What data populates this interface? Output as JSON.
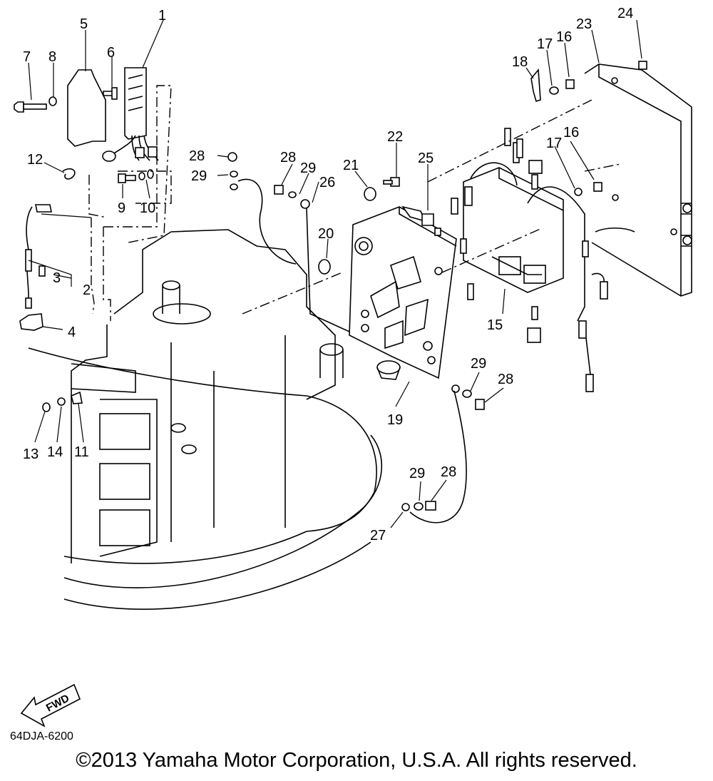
{
  "diagram": {
    "callouts": [
      "1",
      "2",
      "3",
      "4",
      "5",
      "6",
      "7",
      "8",
      "9",
      "10",
      "11",
      "12",
      "13",
      "14",
      "15",
      "16",
      "17",
      "18",
      "19",
      "20",
      "21",
      "22",
      "23",
      "24",
      "25",
      "26",
      "27",
      "28",
      "29"
    ],
    "fwd_label": "FWD",
    "part_code": "64DJA-6200"
  },
  "footer": {
    "copyright": "©2013 Yamaha Motor Corporation, U.S.A. All rights reserved."
  }
}
